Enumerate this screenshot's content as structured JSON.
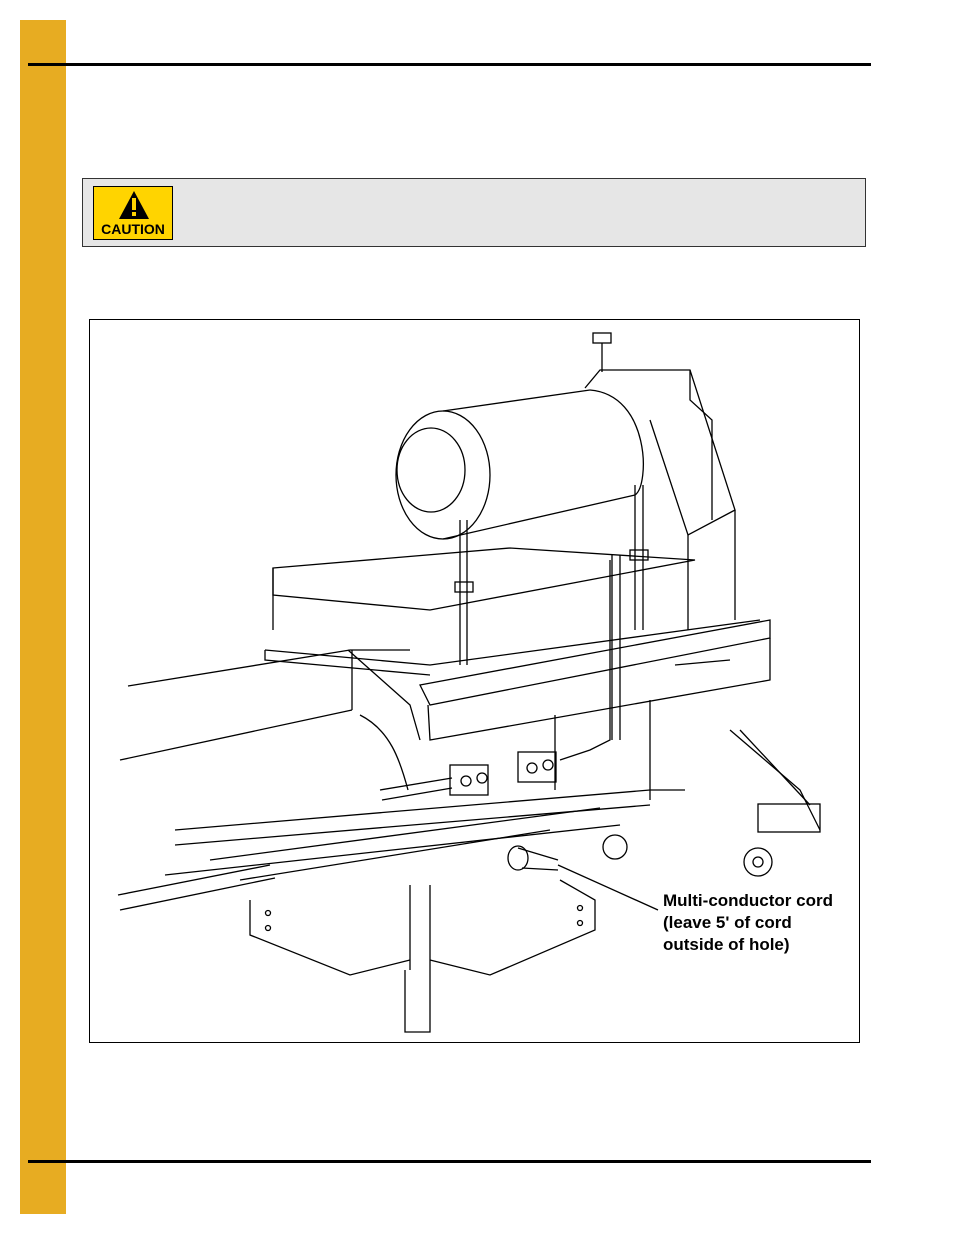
{
  "caution": {
    "icon": "warning-triangle-icon",
    "label": "CAUTION",
    "accent": "#ffd400"
  },
  "page": {
    "side_bar_color": "#e7ac22"
  },
  "figure": {
    "callout_lines": [
      "Multi-conductor cord",
      "(leave 5' of cord",
      "outside of hole)"
    ]
  }
}
